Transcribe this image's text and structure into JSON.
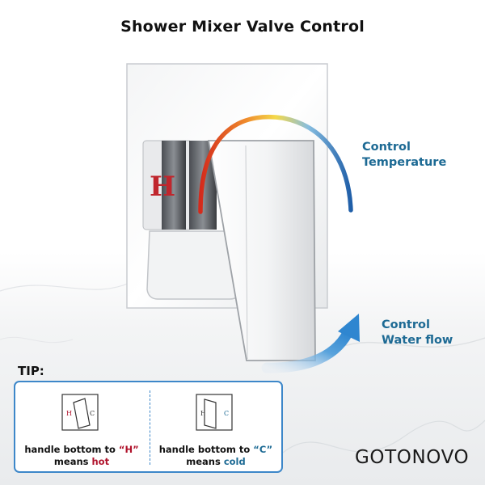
{
  "title": "Shower Mixer Valve Control",
  "labels": {
    "temperature": [
      "Control",
      "Temperature"
    ],
    "flow": [
      "Control",
      "Water flow"
    ]
  },
  "plate_letter": "H",
  "tip": {
    "heading": "TIP:",
    "hot": {
      "icon_left": "H",
      "icon_right": "C",
      "line1_prefix": "handle bottom to ",
      "line1_key": "“H”",
      "line2_prefix": "means ",
      "line2_key": "hot"
    },
    "cold": {
      "icon_left": "H",
      "icon_right": "C",
      "line1_prefix": "handle bottom to ",
      "line1_key": "“C”",
      "line2_prefix": "means ",
      "line2_key": "cold"
    }
  },
  "brand": "GOTONOVO",
  "colors": {
    "accent_blue": "#1d6a94",
    "hot_red": "#b0122b",
    "tip_border": "#3d87c9"
  }
}
